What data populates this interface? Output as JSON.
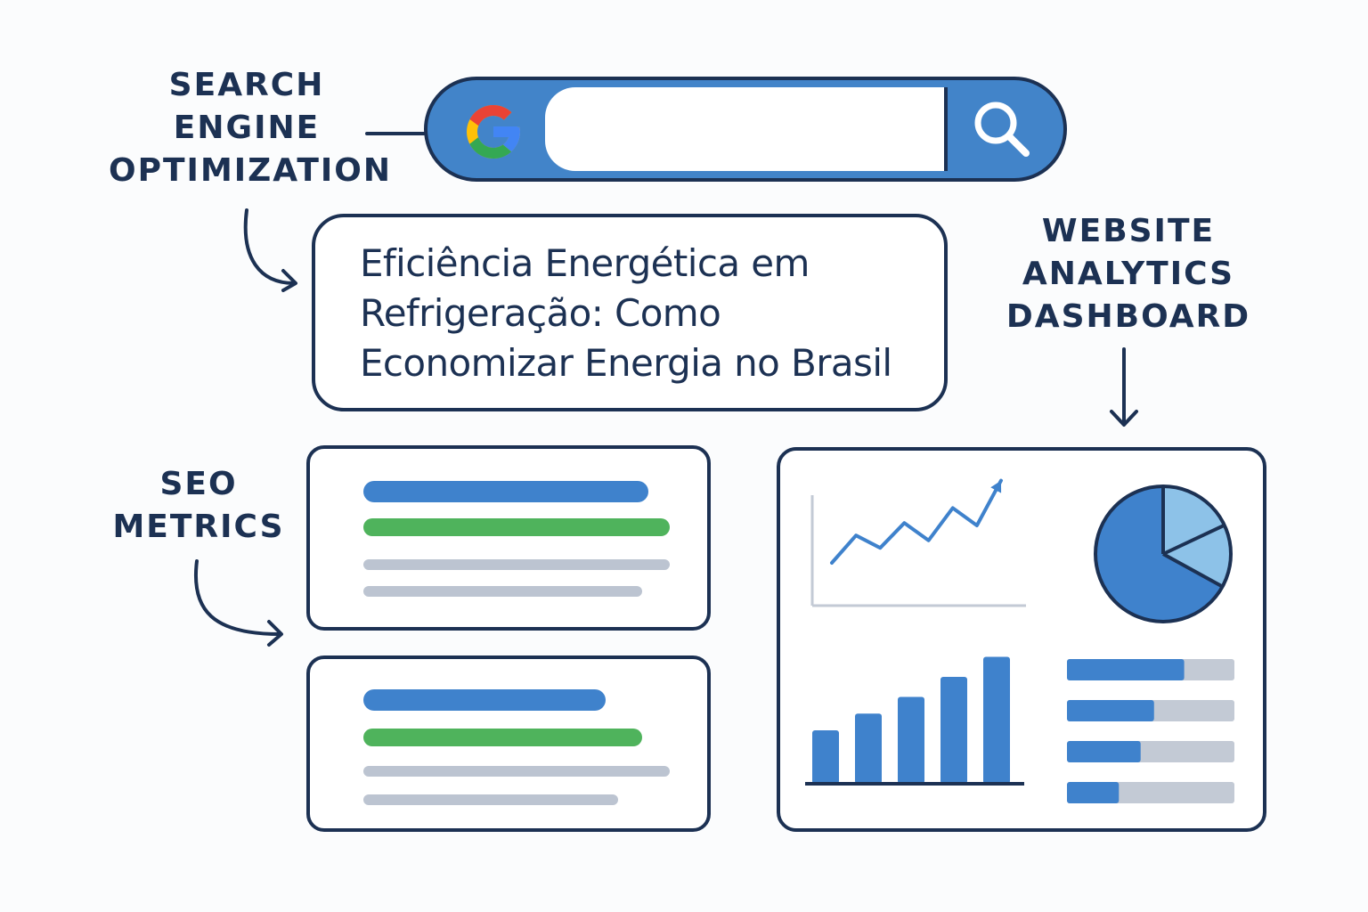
{
  "labels": {
    "seo": [
      "SEARCH",
      "ENGINE",
      "OPTIMIZATION"
    ],
    "analytics": [
      "WEBSITE",
      "ANALYTICS",
      "DASHBOARD"
    ],
    "metrics": [
      "SEO",
      "METRICS"
    ]
  },
  "search": {
    "query": "",
    "logo_icon": "google-g-icon",
    "button_icon": "magnifier-icon",
    "colors": {
      "bar": "#4284c9",
      "outline": "#1c3153"
    }
  },
  "article": {
    "title_lines": [
      "Eficiência Energética em",
      "Refrigeração: Como",
      "Economizar Energia no Brasil"
    ]
  },
  "results": [
    {
      "title_fraction": 0.93,
      "url_fraction": 1.0,
      "snippet_fractions": [
        1.0,
        0.91
      ]
    },
    {
      "title_fraction": 0.79,
      "url_fraction": 0.91,
      "snippet_fractions": [
        1.0,
        0.83
      ]
    }
  ],
  "chart_data": [
    {
      "type": "line",
      "series": [
        {
          "values": [
            2,
            4.2,
            3.2,
            5.2,
            3.8,
            6.4,
            5.0,
            8.6
          ]
        }
      ],
      "ylim": [
        0,
        10
      ]
    },
    {
      "type": "pie",
      "values": [
        67,
        18,
        15
      ],
      "colors": [
        "#3f82cc",
        "#8dc2e8",
        "#8dc2e8"
      ]
    },
    {
      "type": "bar",
      "values": [
        32,
        42,
        52,
        64,
        76
      ],
      "ylim": [
        0,
        80
      ],
      "color": "#3f82cc"
    },
    {
      "type": "bar",
      "orientation": "horizontal",
      "values": [
        70,
        52,
        44,
        31
      ],
      "xlim": [
        0,
        100
      ],
      "colors": {
        "fill": "#3f82cc",
        "track": "#c3cad5"
      }
    }
  ],
  "colors": {
    "navy": "#1c3153",
    "blue": "#3f82cc",
    "green": "#4fb35c",
    "gray": "#bcc4d1",
    "light_blue": "#8dc2e8"
  }
}
